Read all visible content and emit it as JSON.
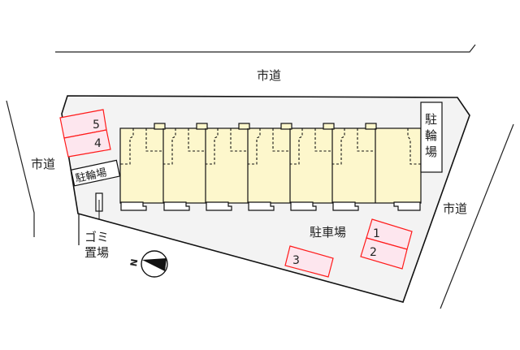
{
  "map": {
    "roads": {
      "top": "市道",
      "left": "市道",
      "right": "市道"
    },
    "parking": {
      "label": "駐車場",
      "spaces": [
        "1",
        "2",
        "3",
        "4",
        "5"
      ]
    },
    "bicycle_parking": {
      "left": "駐輪場",
      "right_lines": [
        "駐",
        "輪",
        "場"
      ]
    },
    "garbage": {
      "lines": [
        "ゴミ",
        "置場"
      ]
    },
    "compass": {
      "label": "N"
    },
    "building_units": 7,
    "colors": {
      "lot_fill": "#f3f3f3",
      "building_fill": "#fdf7cc",
      "parking_fill": "#fde6ee",
      "parking_stroke": "#ff1a1a",
      "line": "#222222"
    }
  }
}
